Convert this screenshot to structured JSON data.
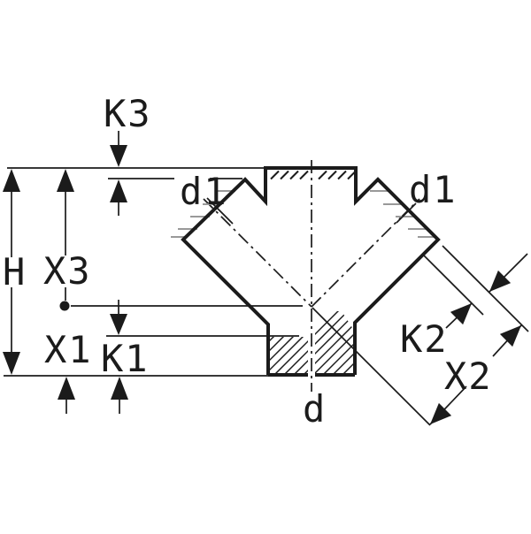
{
  "diagram": {
    "description": "Technical dimension drawing of a 45-degree double branch pipe fitting, sectional view",
    "labels": {
      "k3": "K3",
      "d1_left": "d1",
      "d1_right": "d1",
      "h": "H",
      "x3": "X3",
      "x1": "X1",
      "k1": "K1",
      "k2": "K2",
      "x2": "X2",
      "d": "d"
    },
    "colors": {
      "line": "#1b1b1b",
      "hatch_tick": "#999999",
      "background": "#ffffff"
    }
  }
}
